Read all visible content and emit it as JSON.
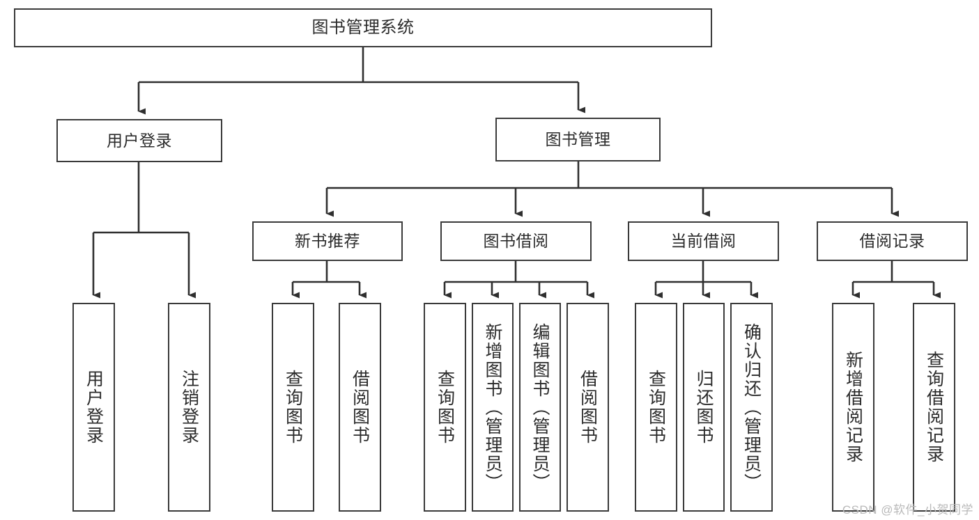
{
  "diagram": {
    "type": "tree-hierarchy-chart",
    "title": "图书管理系统",
    "colors": {
      "box_border": "#3a3a3a",
      "box_fill": "#ffffff",
      "connector": "#2f2f2f",
      "text": "#2b2b2b",
      "watermark": "#b9b9b9",
      "background": "#ffffff"
    },
    "root": {
      "id": "root",
      "label": "图书管理系统"
    },
    "level2": [
      {
        "id": "user-login",
        "label": "用户登录"
      },
      {
        "id": "book-management",
        "label": "图书管理"
      }
    ],
    "level3": [
      {
        "id": "new-book-recommend",
        "label": "新书推荐"
      },
      {
        "id": "book-borrow",
        "label": "图书借阅"
      },
      {
        "id": "current-borrow",
        "label": "当前借阅"
      },
      {
        "id": "borrow-record",
        "label": "借阅记录"
      }
    ],
    "leaves": {
      "user_login": [
        {
          "id": "leaf-user-login",
          "label": "用户登录"
        },
        {
          "id": "leaf-logout-login",
          "label": "注销登录"
        }
      ],
      "new_book_recommend": [
        {
          "id": "leaf-query-book-1",
          "label": "查询图书"
        },
        {
          "id": "leaf-borrow-book-1",
          "label": "借阅图书"
        }
      ],
      "book_borrow": [
        {
          "id": "leaf-query-book-2",
          "label": "查询图书"
        },
        {
          "id": "leaf-add-book-admin",
          "label": "新增图书（管理员）"
        },
        {
          "id": "leaf-edit-book-admin",
          "label": "编辑图书（管理员）"
        },
        {
          "id": "leaf-borrow-book-2",
          "label": "借阅图书"
        }
      ],
      "current_borrow": [
        {
          "id": "leaf-query-book-3",
          "label": "查询图书"
        },
        {
          "id": "leaf-return-book",
          "label": "归还图书"
        },
        {
          "id": "leaf-confirm-return-admin",
          "label": "确认归还（管理员）"
        }
      ],
      "borrow_record": [
        {
          "id": "leaf-add-borrow-record",
          "label": "新增借阅记录"
        },
        {
          "id": "leaf-query-borrow-record",
          "label": "查询借阅记录"
        }
      ]
    },
    "watermark": "CSDN @软件_小贺同学"
  }
}
